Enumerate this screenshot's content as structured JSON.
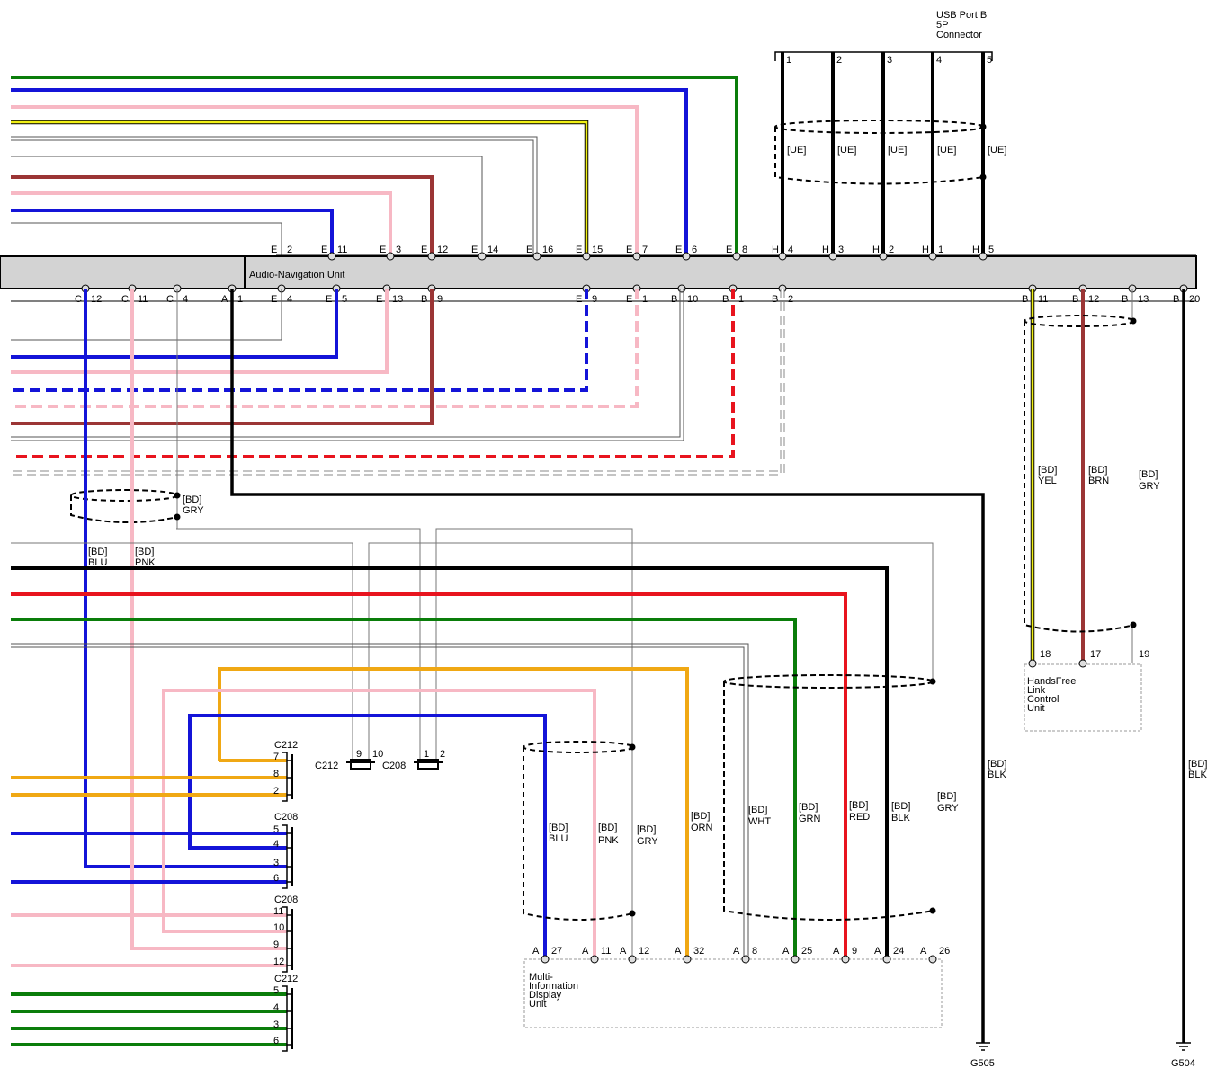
{
  "usb": {
    "title": [
      "USB Port B",
      "5P",
      "Connector"
    ],
    "pins": [
      "1",
      "2",
      "3",
      "4",
      "5"
    ],
    "shield": "[UE]"
  },
  "anu": {
    "title": "Audio-Navigation Unit",
    "top": [
      {
        "c": "E",
        "p": "2"
      },
      {
        "c": "E",
        "p": "11"
      },
      {
        "c": "E",
        "p": "3"
      },
      {
        "c": "E",
        "p": "12"
      },
      {
        "c": "E",
        "p": "14"
      },
      {
        "c": "E",
        "p": "16"
      },
      {
        "c": "E",
        "p": "15"
      },
      {
        "c": "E",
        "p": "7"
      },
      {
        "c": "E",
        "p": "6"
      },
      {
        "c": "E",
        "p": "8"
      },
      {
        "c": "H",
        "p": "4"
      },
      {
        "c": "H",
        "p": "3"
      },
      {
        "c": "H",
        "p": "2"
      },
      {
        "c": "H",
        "p": "1"
      },
      {
        "c": "H",
        "p": "5"
      }
    ],
    "bottom": [
      {
        "c": "C",
        "p": "12"
      },
      {
        "c": "C",
        "p": "11"
      },
      {
        "c": "C",
        "p": "4"
      },
      {
        "c": "A",
        "p": "1"
      },
      {
        "c": "E",
        "p": "4"
      },
      {
        "c": "E",
        "p": "5"
      },
      {
        "c": "E",
        "p": "13"
      },
      {
        "c": "B",
        "p": "9"
      },
      {
        "c": "E",
        "p": "9"
      },
      {
        "c": "E",
        "p": "1"
      },
      {
        "c": "B",
        "p": "10"
      },
      {
        "c": "B",
        "p": "1"
      },
      {
        "c": "B",
        "p": "2"
      },
      {
        "c": "B",
        "p": "11"
      },
      {
        "c": "B",
        "p": "12"
      },
      {
        "c": "B",
        "p": "13"
      },
      {
        "c": "B",
        "p": "20"
      }
    ]
  },
  "wire_labels": {
    "gry_left": [
      "[BD]",
      "GRY"
    ],
    "blu": [
      "[BD]",
      "BLU"
    ],
    "pnk": [
      "[BD]",
      "PNK"
    ],
    "blk_g505": [
      "[BD]",
      "BLK"
    ],
    "blk_g504": [
      "[BD]",
      "BLK"
    ],
    "yel_hf": [
      "[BD]",
      "YEL"
    ],
    "brn_hf": [
      "[BD]",
      "BRN"
    ],
    "gry_hf": [
      "[BD]",
      "GRY"
    ],
    "mid_blu": [
      "[BD]",
      "BLU"
    ],
    "mid_pnk": [
      "[BD]",
      "PNK"
    ],
    "mid_gry": [
      "[BD]",
      "GRY"
    ],
    "mid_orn": [
      "[BD]",
      "ORN"
    ],
    "mid_wht": [
      "[BD]",
      "WHT"
    ],
    "mid_grn": [
      "[BD]",
      "GRN"
    ],
    "mid_red": [
      "[BD]",
      "RED"
    ],
    "mid_blk": [
      "[BD]",
      "BLK"
    ],
    "mid_gry2": [
      "[BD]",
      "GRY"
    ]
  },
  "hf_unit": {
    "title": [
      "HandsFree",
      "Link",
      "Control",
      "Unit"
    ],
    "pins": [
      "18",
      "17",
      "19"
    ]
  },
  "mid_unit": {
    "title": [
      "Multi-",
      "Information",
      "Display",
      "Unit"
    ],
    "pins": [
      {
        "c": "A",
        "p": "27"
      },
      {
        "c": "A",
        "p": "11"
      },
      {
        "c": "A",
        "p": "12"
      },
      {
        "c": "A",
        "p": "32"
      },
      {
        "c": "A",
        "p": "8"
      },
      {
        "c": "A",
        "p": "25"
      },
      {
        "c": "A",
        "p": "9"
      },
      {
        "c": "A",
        "p": "24"
      },
      {
        "c": "A",
        "p": "26"
      }
    ]
  },
  "connectors": {
    "c212_a": {
      "name": "C212",
      "pins": [
        "7",
        "8",
        "2"
      ]
    },
    "c208_a": {
      "name": "C208",
      "pins": [
        "5",
        "4",
        "3",
        "6"
      ]
    },
    "c208_b": {
      "name": "C208",
      "pins": [
        "11",
        "10",
        "9",
        "12"
      ]
    },
    "c212_b": {
      "name": "C212",
      "pins": [
        "5",
        "4",
        "3",
        "6"
      ]
    },
    "splice_c212": {
      "name": "C212",
      "pins": [
        "9",
        "10"
      ]
    },
    "splice_c208": {
      "name": "C208",
      "pins": [
        "1",
        "2"
      ]
    }
  },
  "grounds": {
    "g505": "G505",
    "g504": "G504"
  },
  "colors": {
    "green": "#0a7d0a",
    "blue": "#1414d8",
    "pink": "#f7b8c4",
    "yellow": "#f0ef14",
    "brown": "#9b3535",
    "red": "#e8141e",
    "orange": "#f0a814",
    "black": "#000000",
    "thin": "#777777",
    "unit_fill": "#d3d3d3"
  }
}
